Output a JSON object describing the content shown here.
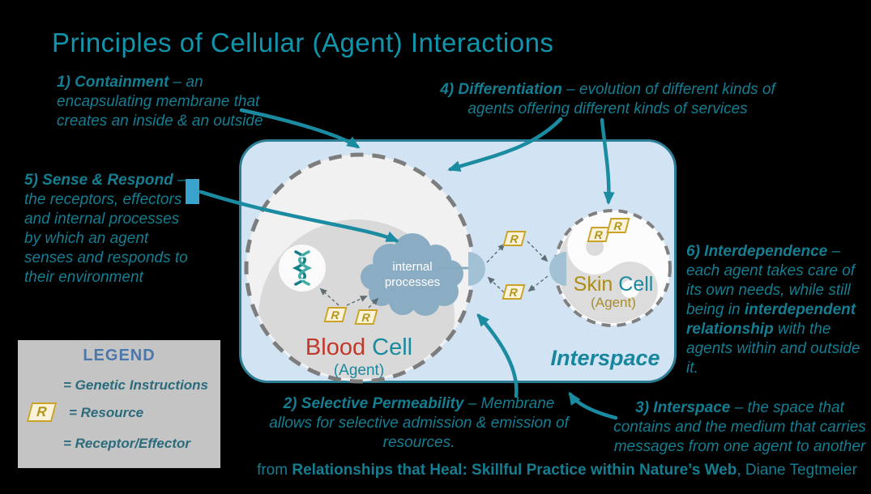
{
  "title": "Principles of Cellular (Agent) Interactions",
  "annotations": {
    "containment": {
      "lead": "1) Containment",
      "rest": " – an encapsulating membrane that creates an inside & an outside"
    },
    "selective_permeability": {
      "lead": "2) Selective Permeability",
      "rest": " – Membrane allows for selective admission & emission of resources."
    },
    "interspace": {
      "lead": "3) Interspace",
      "rest": " – the space that contains and the medium that carries messages from one agent to another"
    },
    "differentiation": {
      "lead": "4) Differentiation",
      "rest": " – evolution of different kinds of agents offering different kinds of services"
    },
    "sense_respond": {
      "lead": "5) Sense & Respond",
      "rest": " – the receptors, effectors and internal processes by which an agent senses and responds to their environment"
    },
    "interdependence": {
      "lead": "6) Interdependence",
      "mid1": " – each agent takes care of its own needs, while still being in ",
      "bold2": "interdependent relationship",
      "mid2": " with the agents within and outside it."
    }
  },
  "diagram": {
    "interspace_label": "Interspace",
    "cloud_line1": "internal",
    "cloud_line2": "processes",
    "blood_first": "Blood",
    "blood_second": " Cell",
    "blood_agent": "(Agent)",
    "skin_first": "Skin",
    "skin_second": " Cell",
    "skin_agent": "(Agent)",
    "resource_letter": "R"
  },
  "legend": {
    "title": "LEGEND",
    "genetic": "= Genetic Instructions",
    "resource": "= Resource",
    "receptor": "= Receptor/Effector"
  },
  "footer": {
    "prefix": "from ",
    "book": "Relationships that Heal: Skillful Practice within Nature’s Web",
    "suffix": ", Diane Tegtmeier"
  },
  "colors": {
    "title_teal": "#1095ac",
    "annotation_teal": "#147e92",
    "arrow_teal": "#1a8ba0",
    "blood_red": "#c0392b",
    "skin_gold": "#ab8d15",
    "interspace_fill": "#d2e4f3",
    "interspace_border": "#2c7e97",
    "membrane_gray": "#7d7d7d",
    "cloud_blue": "#8badc4",
    "receptor_blue": "#a3c1d4",
    "resource_gold_border": "#c9a227",
    "resource_fill": "#faf3da",
    "legend_bg": "#c4c4c4",
    "legend_title_blue": "#4b77ac"
  }
}
